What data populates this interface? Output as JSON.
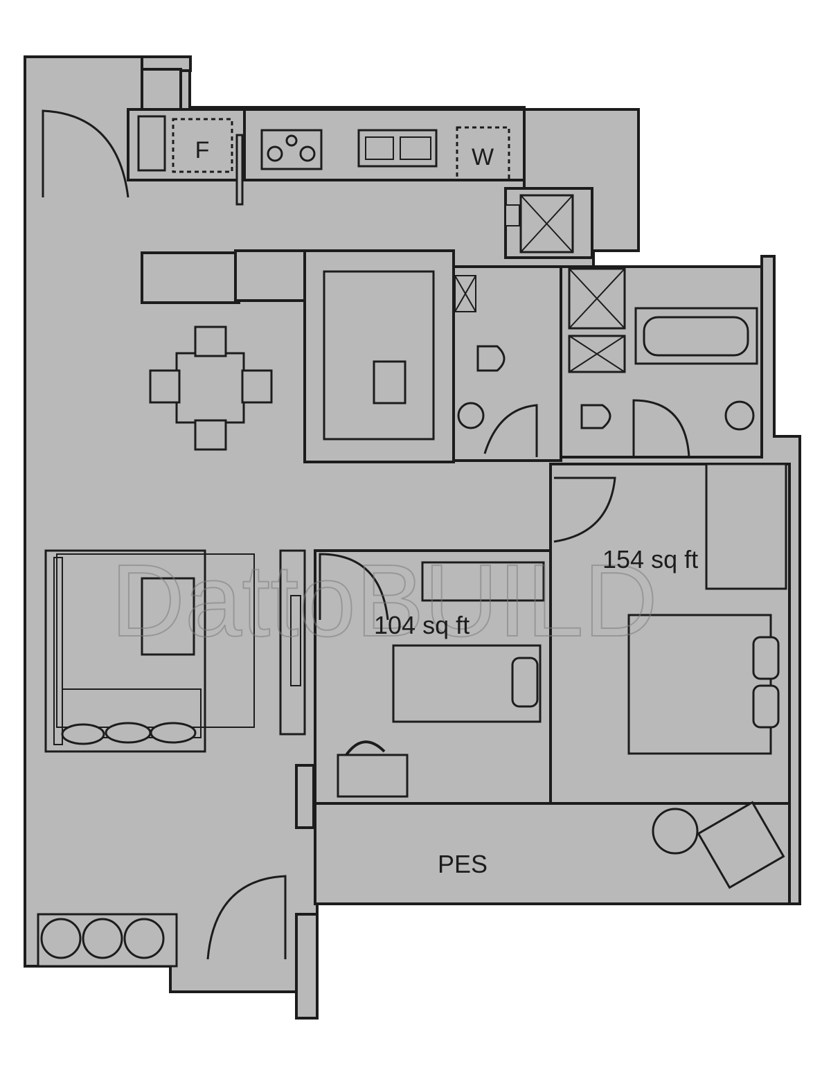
{
  "labels": {
    "fridge": "F",
    "washer": "W",
    "bedroom_2_area": "104 sq ft",
    "master_bedroom_area": "154 sq ft",
    "pes": "PES"
  },
  "watermark": {
    "text": "DattoBUILD"
  },
  "colors": {
    "fill": "#b9b9b9",
    "wall": "#1c1c1c",
    "background": "#ffffff"
  }
}
